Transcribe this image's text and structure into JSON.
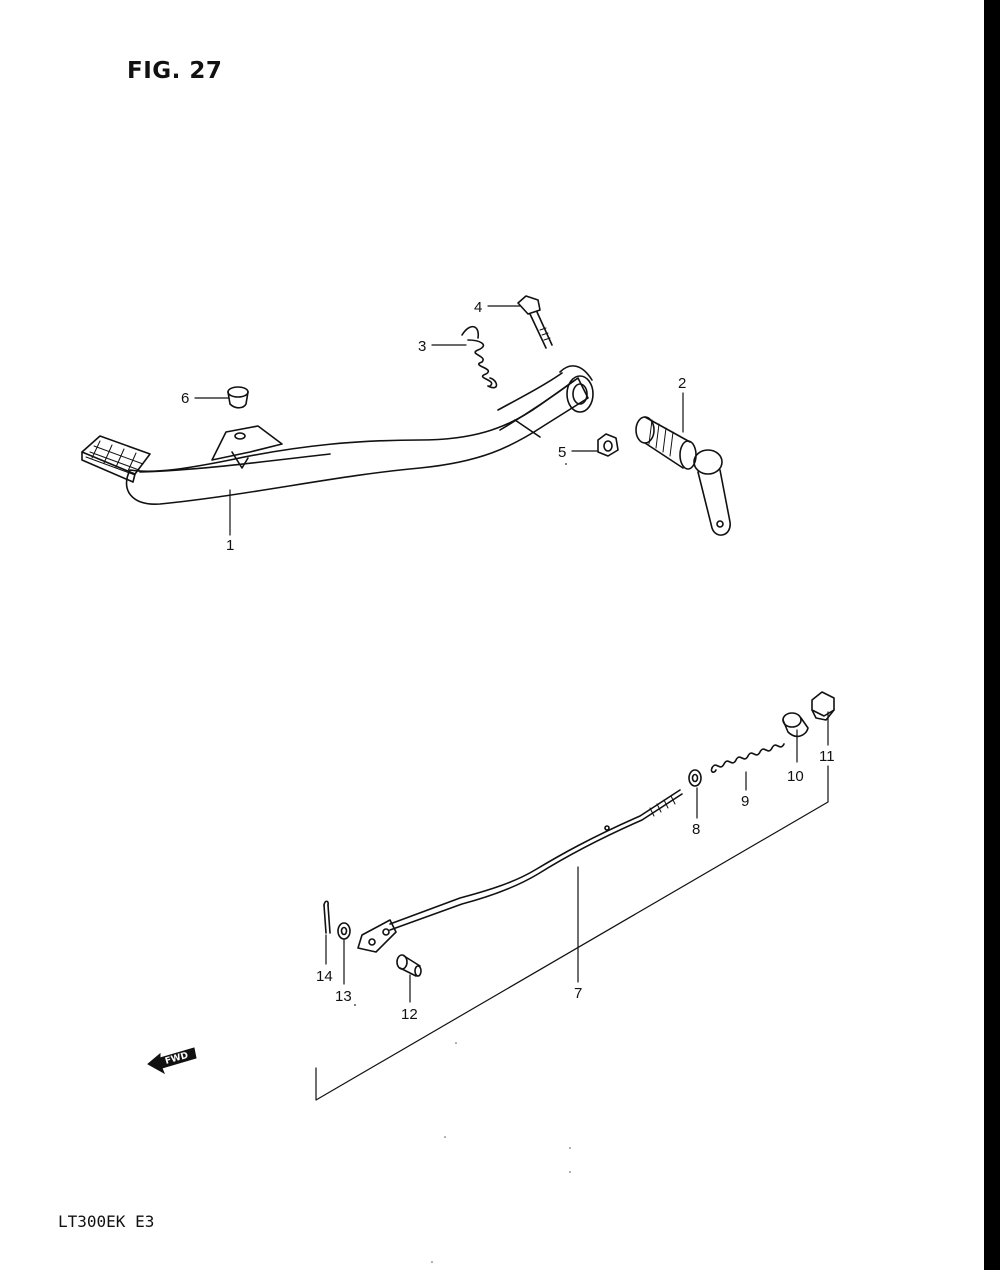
{
  "figure": {
    "title": "FIG. 27",
    "model_code": "LT300EK  E3"
  },
  "callouts": [
    {
      "id": "callout-1",
      "label": "1"
    },
    {
      "id": "callout-2",
      "label": "2"
    },
    {
      "id": "callout-3",
      "label": "3"
    },
    {
      "id": "callout-4",
      "label": "4"
    },
    {
      "id": "callout-5",
      "label": "5"
    },
    {
      "id": "callout-6",
      "label": "6"
    },
    {
      "id": "callout-7",
      "label": "7"
    },
    {
      "id": "callout-8",
      "label": "8"
    },
    {
      "id": "callout-9",
      "label": "9"
    },
    {
      "id": "callout-10",
      "label": "10"
    },
    {
      "id": "callout-11",
      "label": "11"
    },
    {
      "id": "callout-12",
      "label": "12"
    },
    {
      "id": "callout-13",
      "label": "13"
    },
    {
      "id": "callout-14",
      "label": "14"
    }
  ],
  "fwd_marker": {
    "label": "FWD",
    "icon": "fwd-arrow-icon"
  },
  "colors": {
    "ink": "#111111",
    "paper": "#ffffff",
    "edge_bar": "#000000"
  }
}
